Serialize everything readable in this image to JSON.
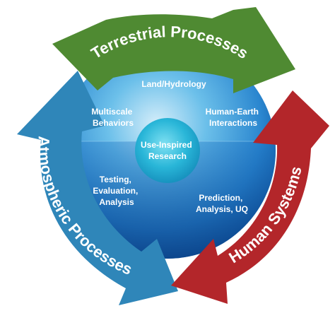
{
  "diagram": {
    "center": {
      "lines": [
        "Use-Inspired",
        "Research"
      ]
    },
    "inner_labels": {
      "land_hydrology": [
        "Land/Hydrology"
      ],
      "multiscale": [
        "Multiscale",
        "Behaviors"
      ],
      "human_earth": [
        "Human-Earth",
        "Interactions"
      ],
      "testing": [
        "Testing,",
        "Evaluation,",
        "Analysis"
      ],
      "prediction": [
        "Prediction,",
        "Analysis, UQ"
      ]
    },
    "arrows": {
      "terrestrial": {
        "label": "Terrestrial Processes",
        "color": "#4f8a32"
      },
      "atmospheric": {
        "label": "Atmospheric Processes",
        "color": "#2f86b9"
      },
      "human": {
        "label": "Human Systems",
        "color": "#b3262a"
      }
    },
    "colors": {
      "sphere_light": "#bfe3f5",
      "sphere_mid": "#3aa0da",
      "sphere_dark": "#0d5aa4",
      "core": "#29b6d8"
    }
  }
}
